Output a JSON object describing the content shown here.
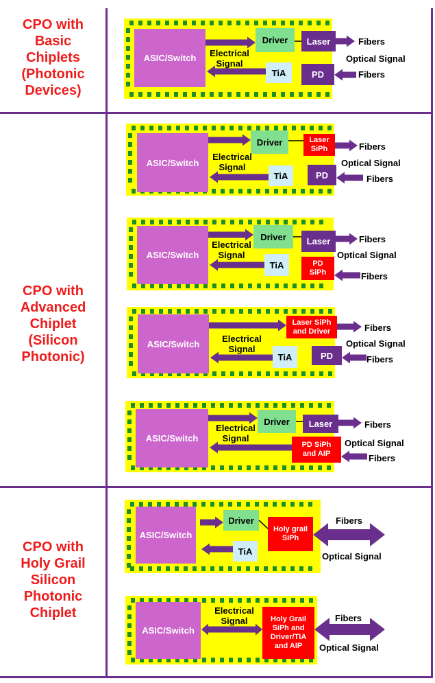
{
  "sections": [
    {
      "title": "CPO with\nBasic\nChiplets\n(Photonic\nDevices)"
    },
    {
      "title": "CPO with\nAdvanced\nChiplet\n(Silicon\nPhotonic)"
    },
    {
      "title": "CPO with\nHoly Grail\nSilicon\nPhotonic\nChiplet"
    }
  ],
  "labels": {
    "asic": "ASIC/Switch",
    "driver": "Driver",
    "tia": "TiA",
    "laser": "Laser",
    "pd": "PD",
    "laser_siph": "Laser\nSiPh",
    "pd_siph": "PD\nSiPh",
    "laser_siph_driver": "Laser SiPh\nand Driver",
    "pd_siph_aip": "PD SiPh\nand AIP",
    "holy_grail_siph": "Holy grail\nSiPh",
    "holy_grail_full": "Holy Grail\nSiPh and\nDriver/TIA\nand AIP",
    "electrical_signal": "Electrical\nSignal",
    "optical_signal": "Optical Signal",
    "fibers": "Fibers"
  },
  "colors": {
    "frame": "#6a2f8c",
    "title_red": "#ee1c1c",
    "board": "#ffff00",
    "asic": "#cc66cc",
    "driver": "#80e090",
    "tia": "#cfeef9",
    "device": "#6a2f8c",
    "siph": "#ff0000",
    "pad": "#1b8f2a"
  }
}
